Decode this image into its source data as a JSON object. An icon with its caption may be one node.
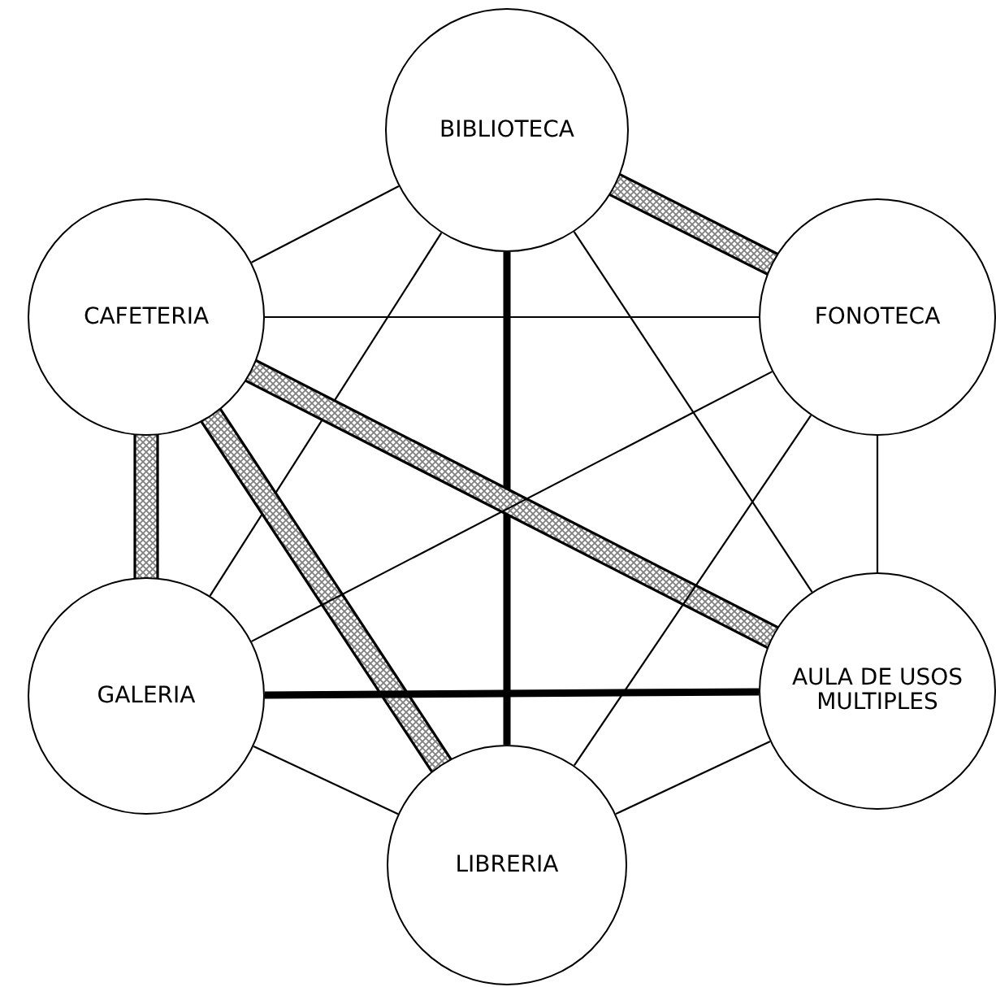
{
  "diagram": {
    "nodes": [
      {
        "text": [
          "BIBLIOTECA"
        ]
      },
      {
        "text": [
          "CAFETERIA"
        ]
      },
      {
        "text": [
          "FONOTECA"
        ]
      },
      {
        "text": [
          "GALERIA"
        ]
      },
      {
        "text": [
          "AULA DE USOS MULTIPLES"
        ]
      },
      {
        "text": [
          "LIBRERIA"
        ]
      }
    ],
    "edges": [
      {
        "from": 0,
        "to": 2,
        "arrow": "none",
        "style": "thick",
        "color": "#808080"
      },
      {
        "from": 0,
        "to": 1,
        "arrow": "none"
      },
      {
        "from": 0,
        "to": 5,
        "arrow": "none",
        "style": "thick"
      },
      {
        "from": 0,
        "to": 3,
        "arrow": "none"
      },
      {
        "from": 0,
        "to": 4,
        "arrow": "none"
      },
      {
        "from": 1,
        "to": 2,
        "arrow": "none"
      },
      {
        "from": 1,
        "to": 4,
        "arrow": "none",
        "style": "thick",
        "color": "#808080"
      },
      {
        "from": 1,
        "to": 3,
        "arrow": "none",
        "style": "thick",
        "color": "#808080"
      },
      {
        "from": 1,
        "to": 5,
        "arrow": "none",
        "style": "thick",
        "color": "#808080"
      },
      {
        "from": 2,
        "to": 3,
        "arrow": "none"
      },
      {
        "from": 2,
        "to": 5,
        "arrow": "none"
      },
      {
        "from": 2,
        "to": 4,
        "arrow": "none"
      },
      {
        "from": 3,
        "to": 4,
        "arrow": "none",
        "style": "thick"
      },
      {
        "from": 3,
        "to": 5,
        "arrow": "none"
      },
      {
        "from": 4,
        "to": 5,
        "arrow": "none"
      }
    ]
  }
}
